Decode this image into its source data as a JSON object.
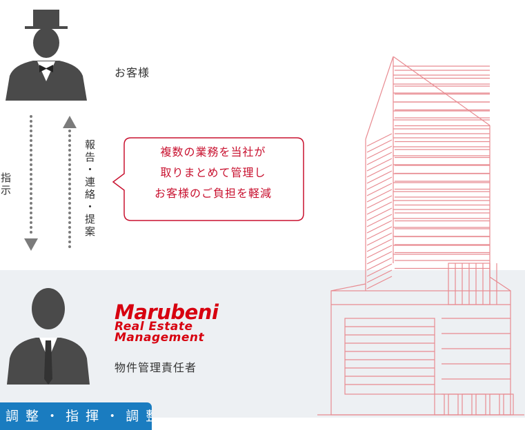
{
  "customer": {
    "label": "お客様"
  },
  "instruction": {
    "label": "指示"
  },
  "report": {
    "label": "報告・連絡・提案"
  },
  "bubble": {
    "lines": [
      "複数の業務を当社が",
      "取りまとめて管理し",
      "お客様のご負担を軽減"
    ]
  },
  "logo": {
    "line1": "Marubeni",
    "line2": "Real Estate",
    "line3": "Management"
  },
  "manager": {
    "label": "物件管理責任者"
  },
  "bottom_tab": {
    "label": "調 整 ・ 指 揮 ・ 調 整"
  },
  "colors": {
    "accent_red": "#c8102e",
    "logo_red": "#d7000f",
    "tab_blue": "#1a7cc0",
    "silhouette": "#4a4a4a",
    "arrow_gray": "#7b7b7b",
    "band": "#edf0f3"
  }
}
